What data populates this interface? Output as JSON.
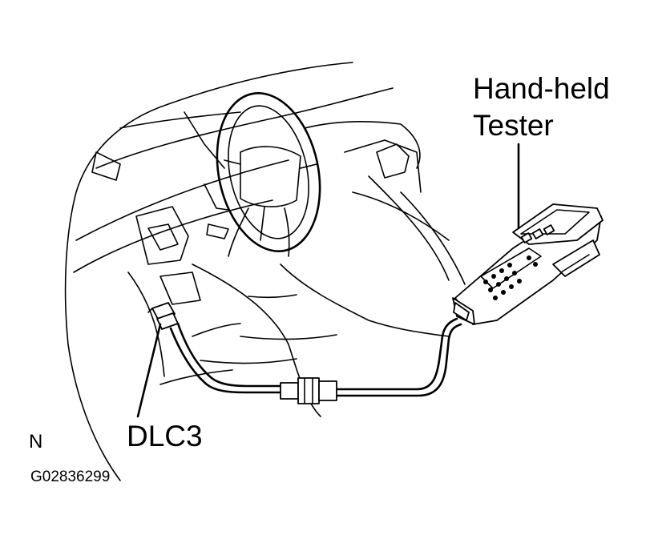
{
  "labels": {
    "tester_line1": "Hand-held",
    "tester_line2": "Tester",
    "connector": "DLC3",
    "view_mark": "N",
    "figure_code": "G02836299"
  }
}
